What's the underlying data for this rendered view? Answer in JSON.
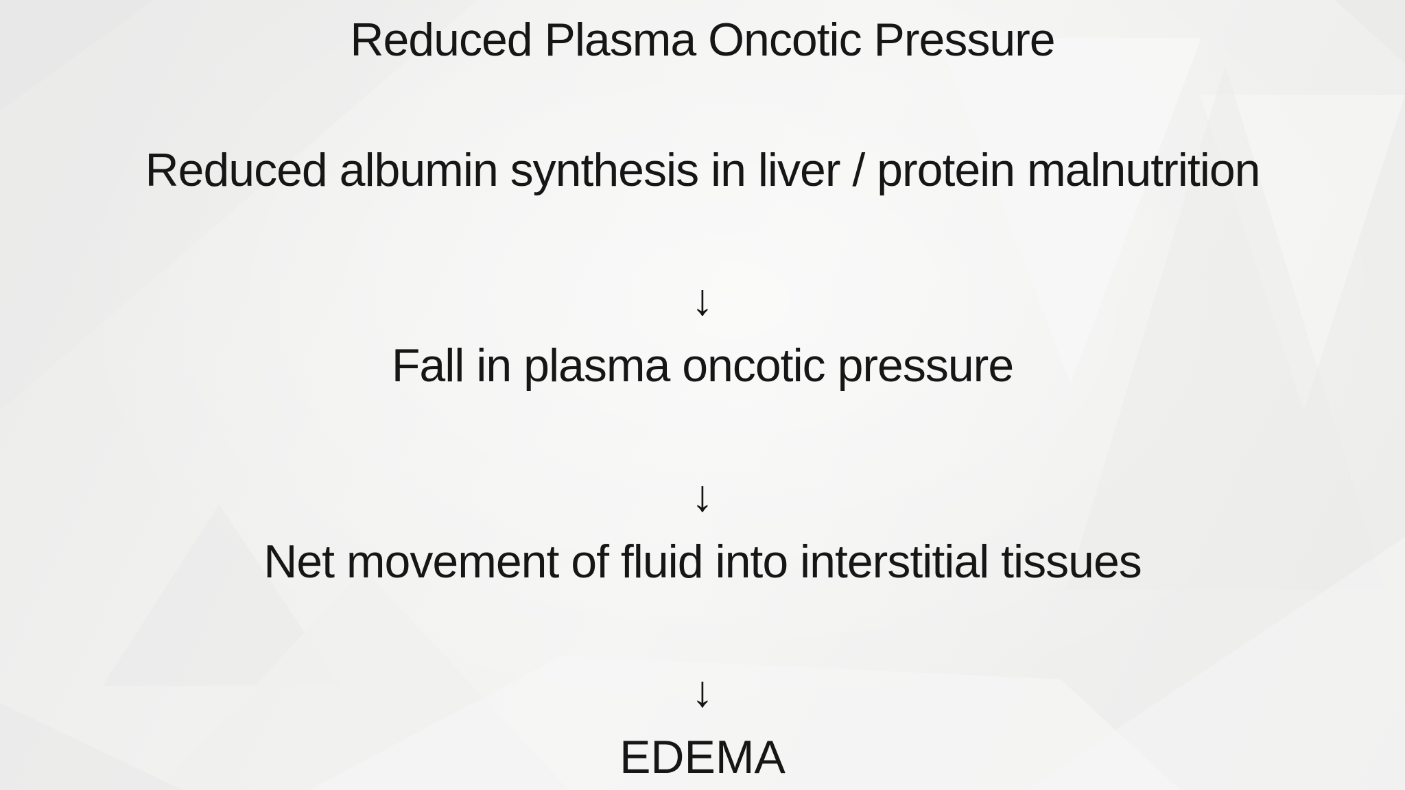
{
  "diagram": {
    "title": "Reduced Plasma Oncotic Pressure",
    "cause": "Reduced albumin synthesis in liver / protein malnutrition",
    "arrow_glyph": "↓",
    "steps": [
      "Fall in plasma oncotic pressure",
      "Net movement of fluid into interstitial tissues",
      "EDEMA"
    ],
    "colors": {
      "text": "#161616",
      "background_base": "#f0f0ef",
      "pattern_light": "#f8f8f7",
      "pattern_dark": "#e7e7e6"
    }
  }
}
